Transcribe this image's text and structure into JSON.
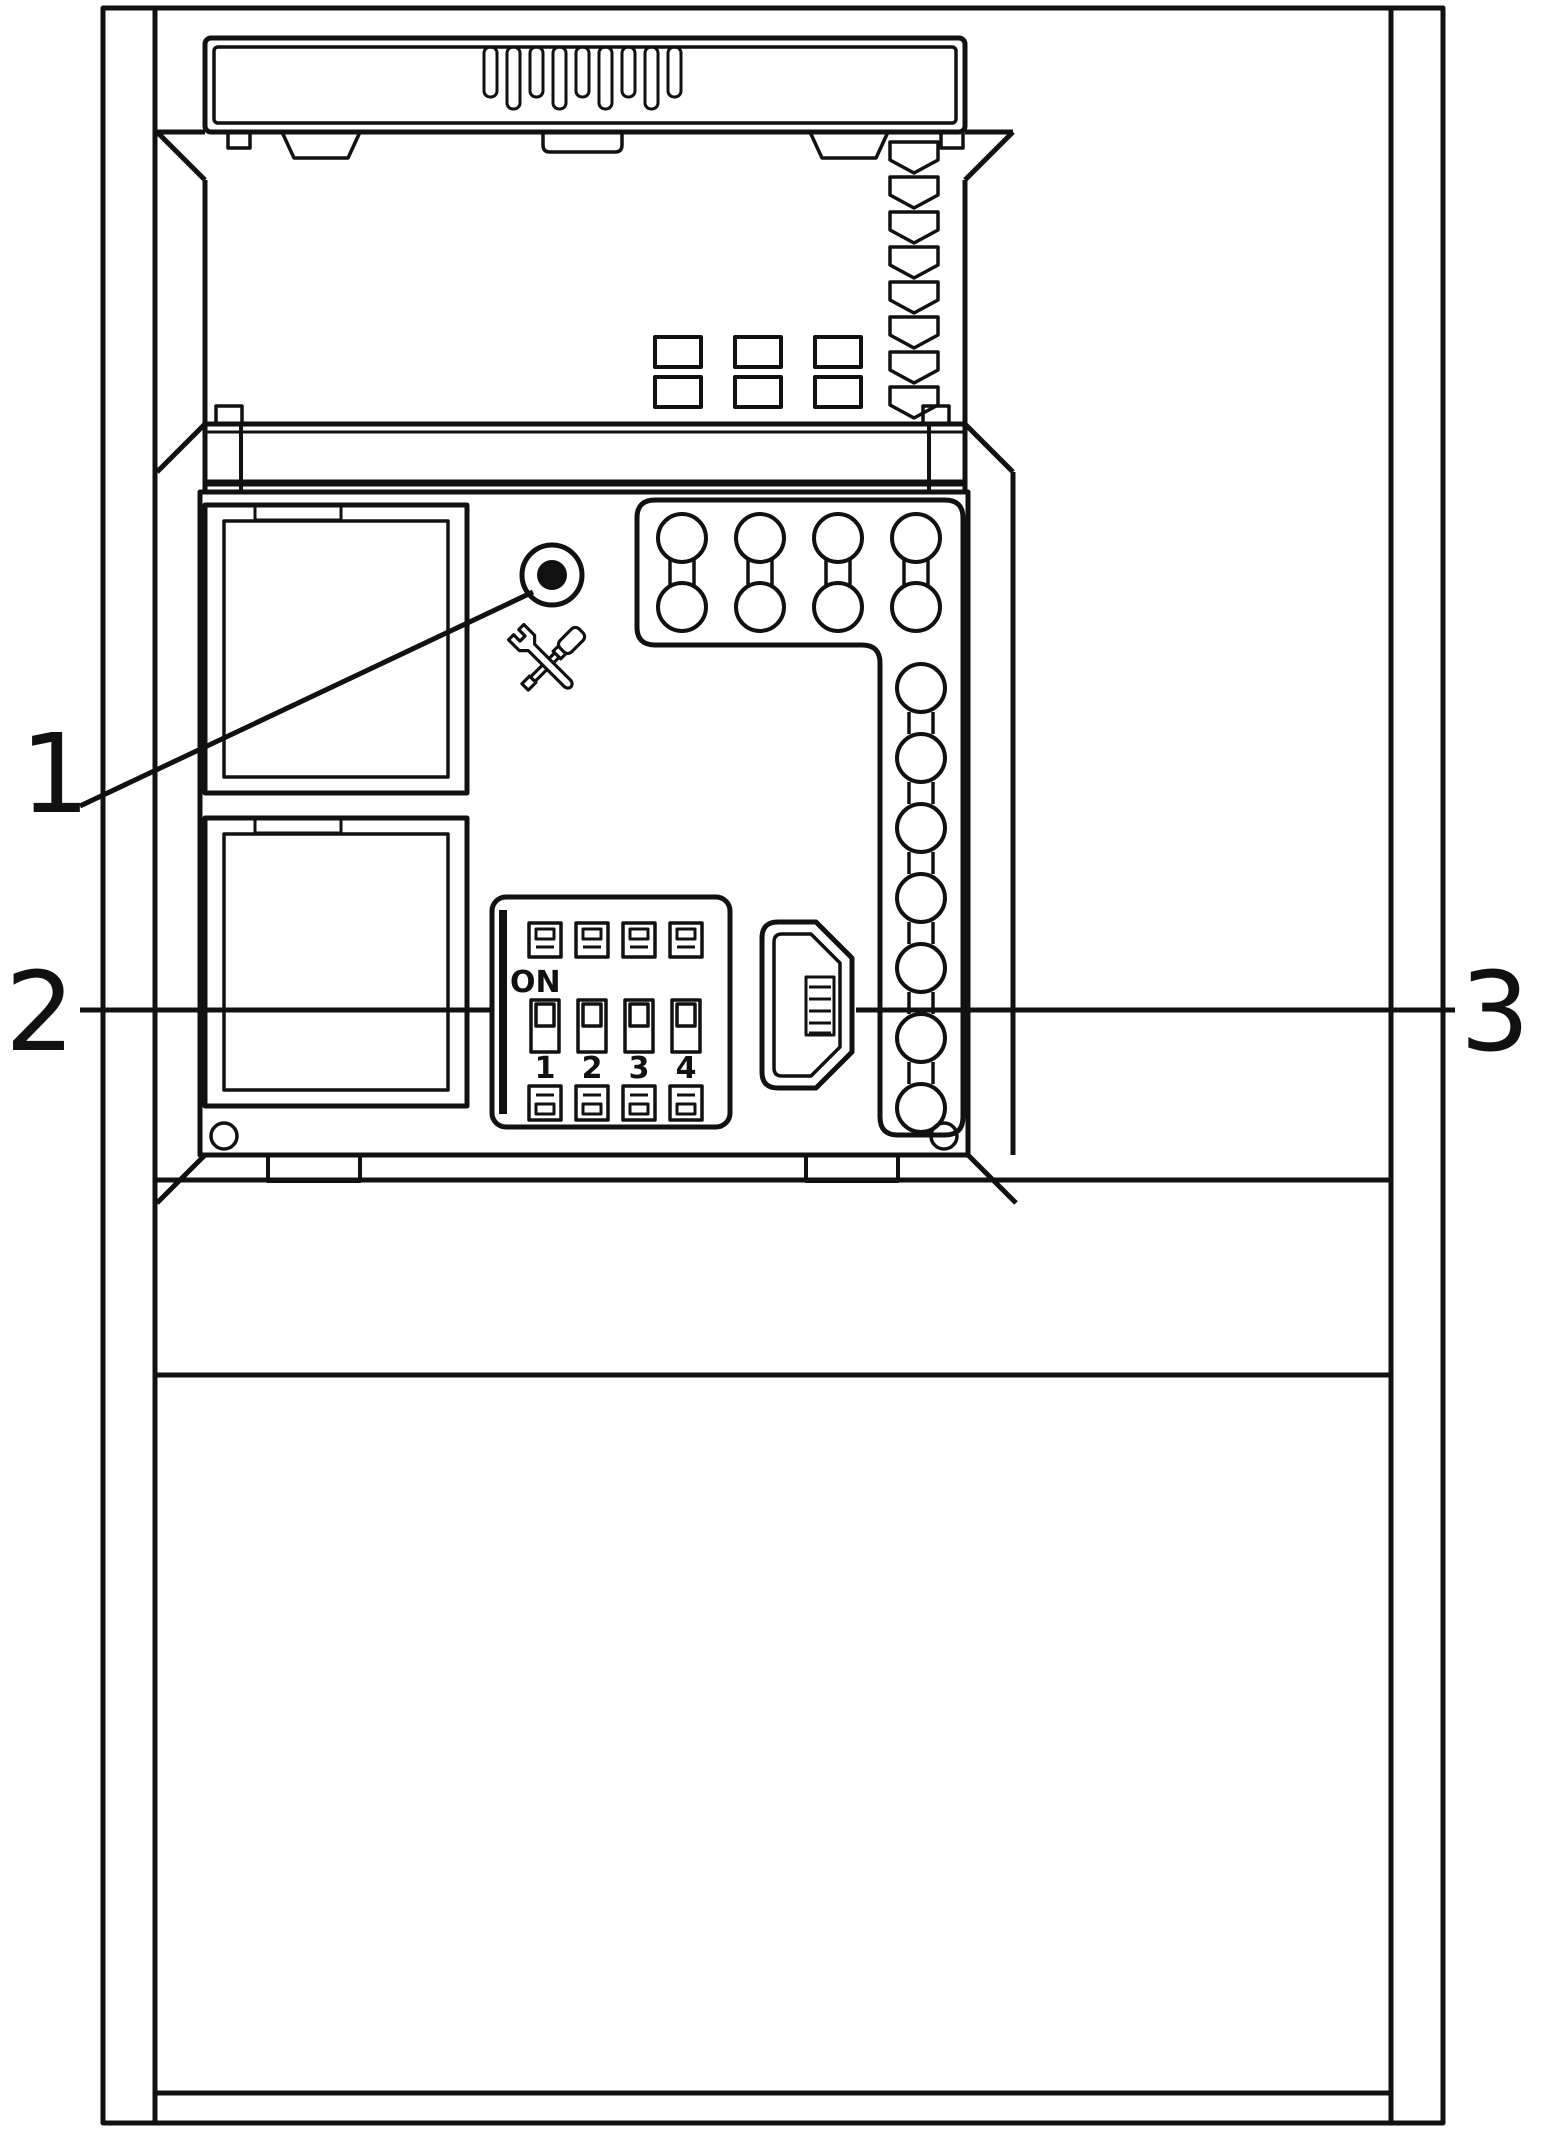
{
  "diagram": {
    "type": "technical-line-drawing",
    "callouts": [
      {
        "label": "1",
        "points_to": "service-button"
      },
      {
        "label": "2",
        "points_to": "dip-switch"
      },
      {
        "label": "3",
        "points_to": "micro-usb-port"
      }
    ],
    "dip_switch": {
      "on_label": "ON",
      "positions": [
        "1",
        "2",
        "3",
        "4"
      ]
    },
    "icons": {
      "service": "wrench-screwdriver-icon"
    },
    "colors": {
      "line": "#111111",
      "background": "#ffffff"
    }
  }
}
